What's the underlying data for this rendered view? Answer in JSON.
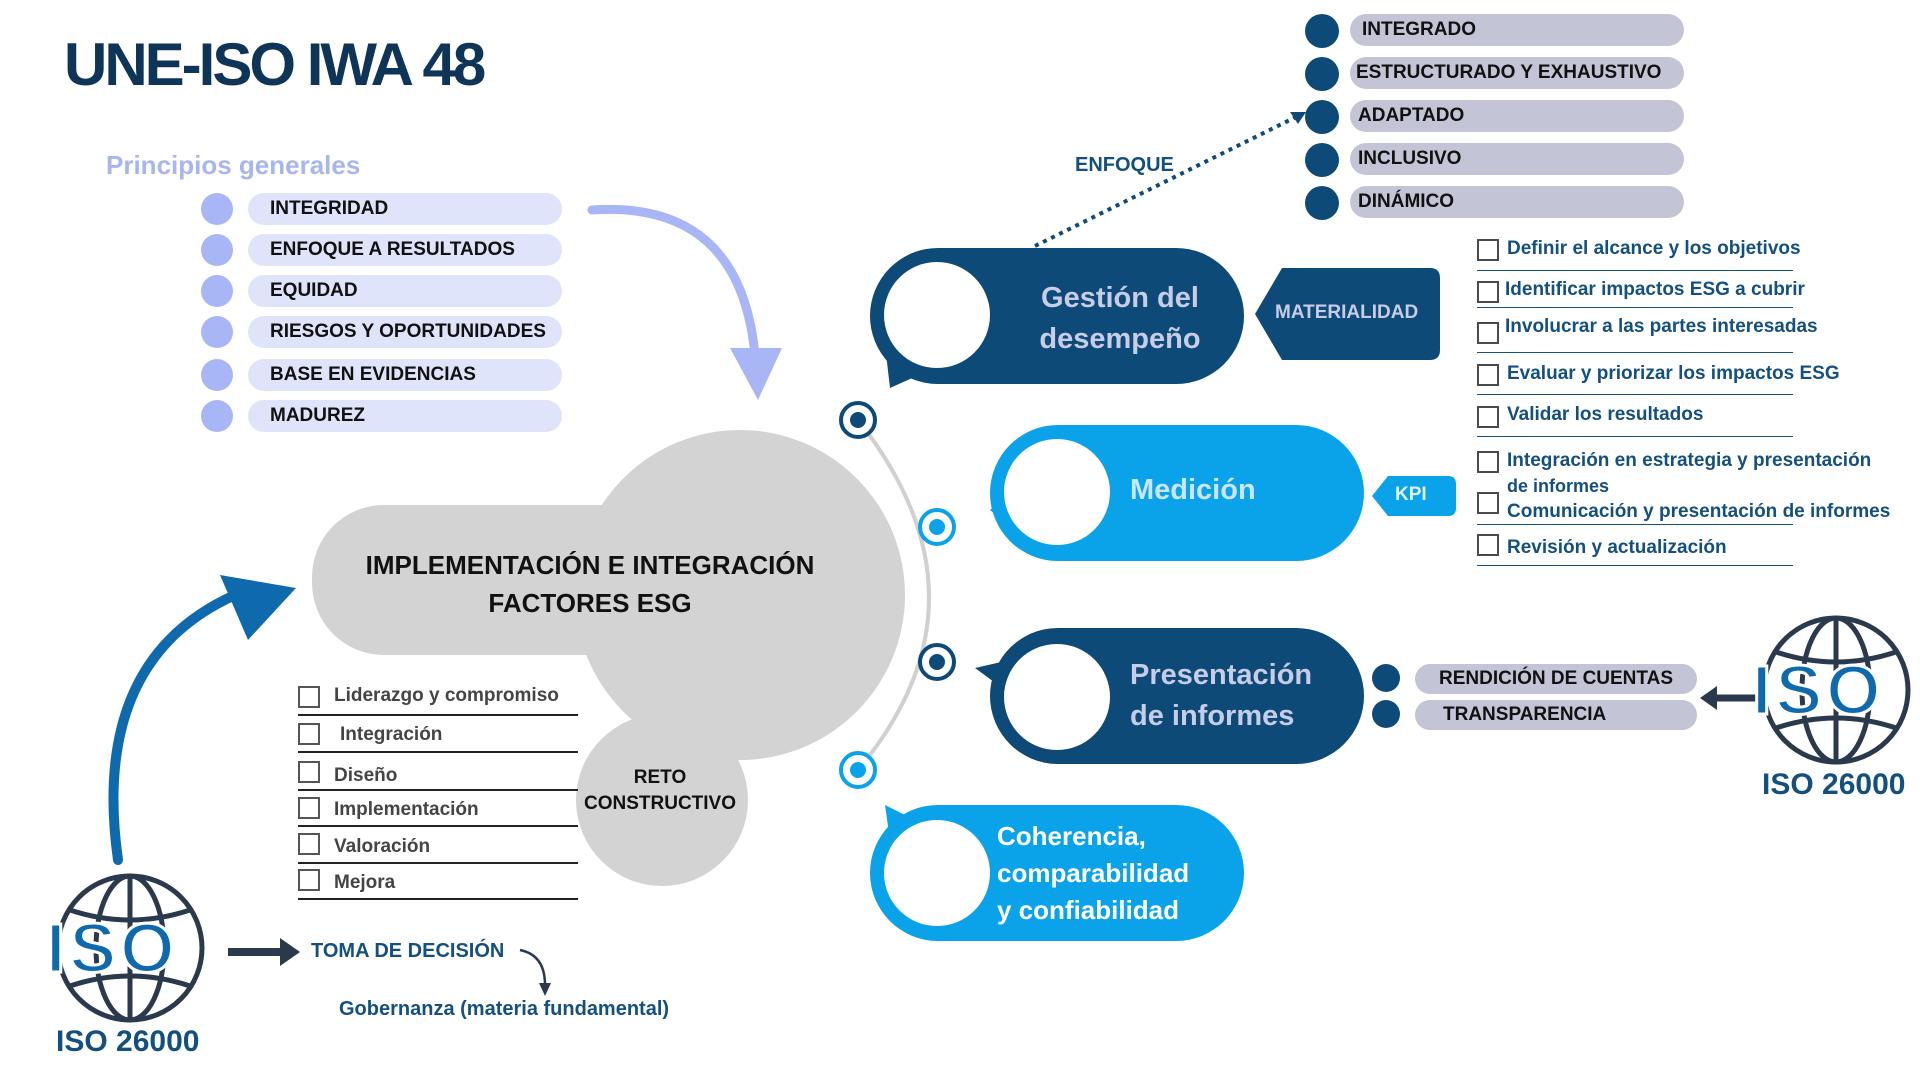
{
  "title": "UNE-ISO IWA 48",
  "principios": {
    "heading": "Principios generales",
    "items": [
      "INTEGRIDAD",
      "ENFOQUE A RESULTADOS",
      "EQUIDAD",
      "RIESGOS Y OPORTUNIDADES",
      "BASE EN EVIDENCIAS",
      "MADUREZ"
    ]
  },
  "enfoque": {
    "label": "ENFOQUE",
    "items": [
      "INTEGRADO",
      "ESTRUCTURADO Y EXHAUSTIVO",
      "ADAPTADO",
      "INCLUSIVO",
      "DINÁMICO"
    ]
  },
  "center": {
    "line1": "IMPLEMENTACIÓN E INTEGRACIÓN",
    "line2": "FACTORES ESG",
    "reto_line1": "RETO",
    "reto_line2": "CONSTRUCTIVO"
  },
  "checklist_left": [
    "Liderazgo y compromiso",
    "Integración",
    "Diseño",
    "Implementación",
    "Valoración",
    "Mejora"
  ],
  "bubbles": {
    "gestion_line1": "Gestión del",
    "gestion_line2": "desempeño",
    "medicion": "Medición",
    "presentacion_line1": "Presentación",
    "presentacion_line2": "de informes",
    "coherencia_line1": "Coherencia,",
    "coherencia_line2": "comparabilidad",
    "coherencia_line3": "y confiabilidad"
  },
  "tags": {
    "materialidad": "MATERIALIDAD",
    "kpi": "KPI"
  },
  "checklist_right": [
    "Definir el alcance y los objetivos",
    "Identificar impactos ESG a cubrir",
    "Involucrar a las partes interesadas",
    "Evaluar y priorizar los impactos ESG",
    "Validar los resultados",
    "Integración  en  estrategia  y  presentación",
    "de informes",
    "Comunicación y presentación de informes",
    "Revisión y actualización"
  ],
  "rendicion": [
    "RENDICIÓN DE CUENTAS",
    "TRANSPARENCIA"
  ],
  "iso": {
    "logo_text": "ISO",
    "caption": "ISO 26000"
  },
  "decision": {
    "toma": "TOMA DE DECISIÓN",
    "gobernanza": "Gobernanza (materia fundamental)"
  },
  "colors": {
    "dark_blue": "#0d4a78",
    "light_blue": "#0aa3ea",
    "lavender": "#a9b6f5",
    "grey": "#d3d3d3"
  }
}
